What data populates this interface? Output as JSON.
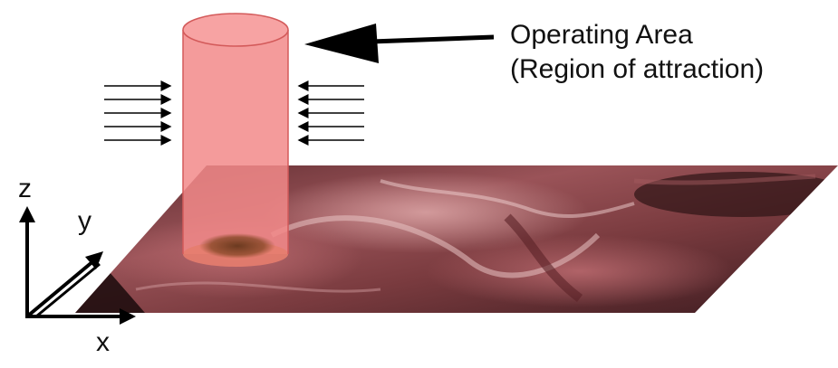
{
  "annotation": {
    "line1": "Operating Area",
    "line2": "(Region of attraction)"
  },
  "axes": {
    "x": "x",
    "y": "y",
    "z": "z"
  },
  "colors": {
    "cylinder_fill": "#f28a8a",
    "cylinder_top": "#f59a9a",
    "cylinder_stroke": "#c0392b",
    "tissue_base": "#7a3b3f",
    "tissue_highlight": "#c98a8c",
    "tissue_dark": "#3a1a1e",
    "arrow": "#000000"
  },
  "icons": {
    "pointer": "big-left-arrow-icon",
    "attraction_left": "arrows-right-icon",
    "attraction_right": "arrows-left-icon"
  }
}
